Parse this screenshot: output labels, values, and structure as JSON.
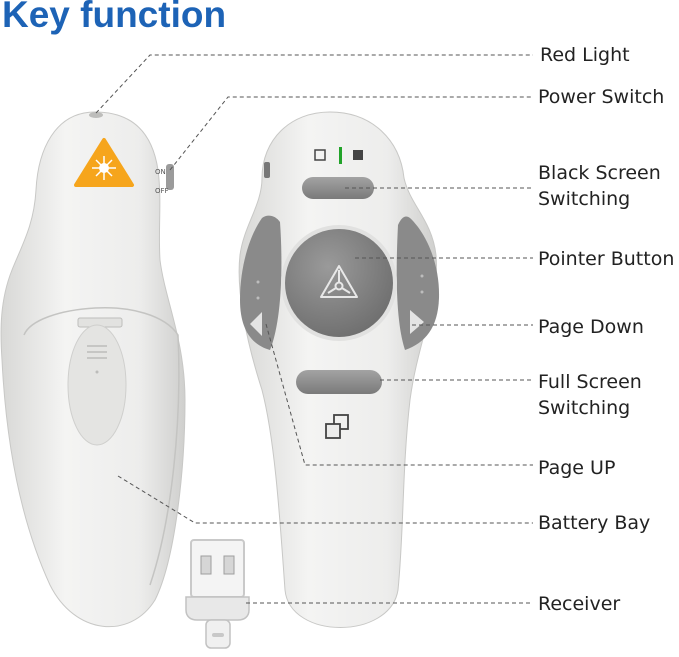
{
  "title": "Key function",
  "labels": {
    "red_light": "Red Light",
    "power_switch": "Power Switch",
    "black_screen": "Black Screen\nSwitching",
    "pointer_button": "Pointer Button",
    "page_down": "Page Down",
    "full_screen": "Full Screen\nSwitching",
    "page_up": "Page UP",
    "battery_bay": "Battery Bay",
    "receiver": "Receiver"
  },
  "switch": {
    "on": "ON",
    "off": "OFF"
  },
  "colors": {
    "title": "#1d63b6",
    "body": "#ececeb",
    "button": "#8d8d8d",
    "laser_icon": "#f6a51c",
    "led": "#22a32a"
  }
}
